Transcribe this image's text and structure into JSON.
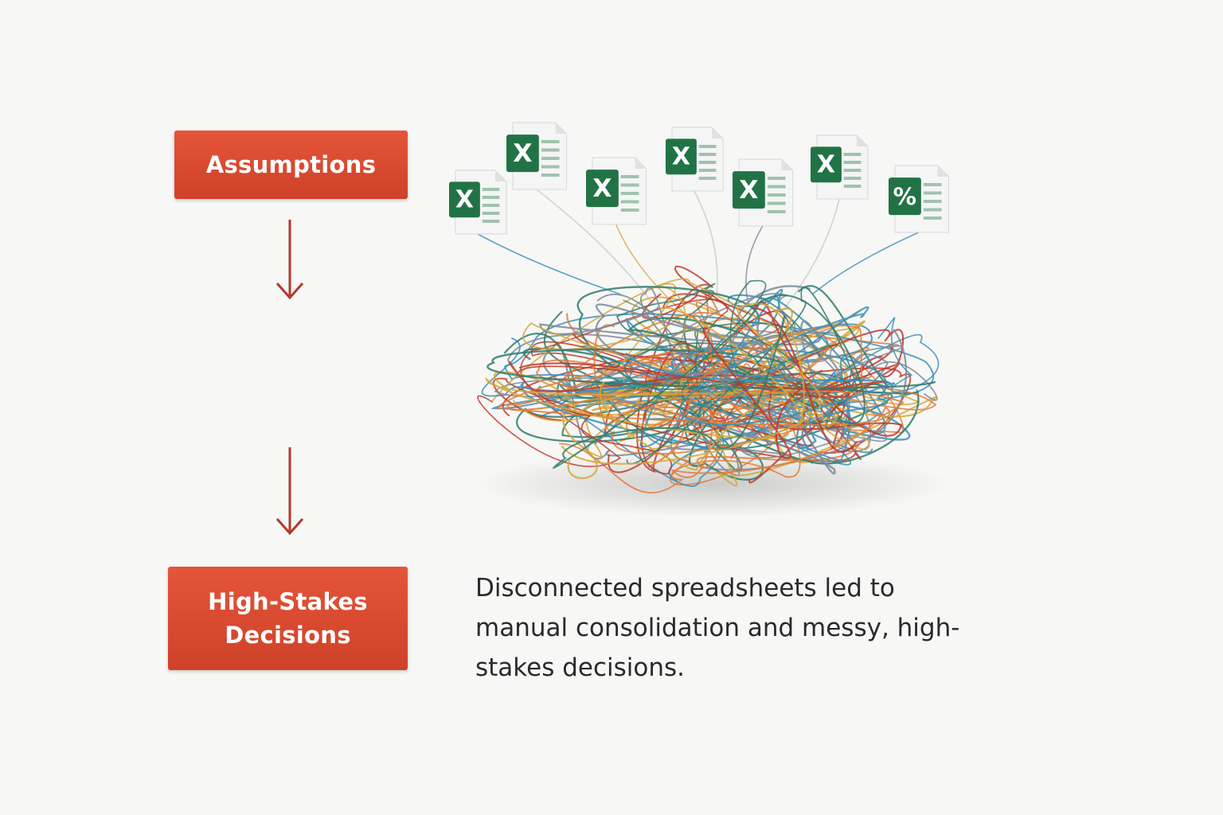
{
  "flow": {
    "top_box_label": "Assumptions",
    "bottom_box_label_line1": "High-Stakes",
    "bottom_box_label_line2": "Decisions"
  },
  "caption": "Disconnected spreadsheets led to manual consolidation and messy, high-stakes decisions.",
  "spreadsheet_icons": [
    {
      "glyph": "X",
      "kind": "excel-icon"
    },
    {
      "glyph": "X",
      "kind": "excel-icon"
    },
    {
      "glyph": "X",
      "kind": "excel-icon"
    },
    {
      "glyph": "X",
      "kind": "excel-icon"
    },
    {
      "glyph": "X",
      "kind": "excel-icon"
    },
    {
      "glyph": "X",
      "kind": "excel-icon"
    },
    {
      "glyph": "%",
      "kind": "percent-spreadsheet-icon"
    }
  ],
  "colors": {
    "box_fill": "#d94a30",
    "arrow": "#b5382a",
    "excel_green": "#217346",
    "tangle": [
      "#3a8fb7",
      "#c0392b",
      "#d4a838",
      "#2e7d6b",
      "#7a8a99",
      "#e07b39"
    ]
  }
}
